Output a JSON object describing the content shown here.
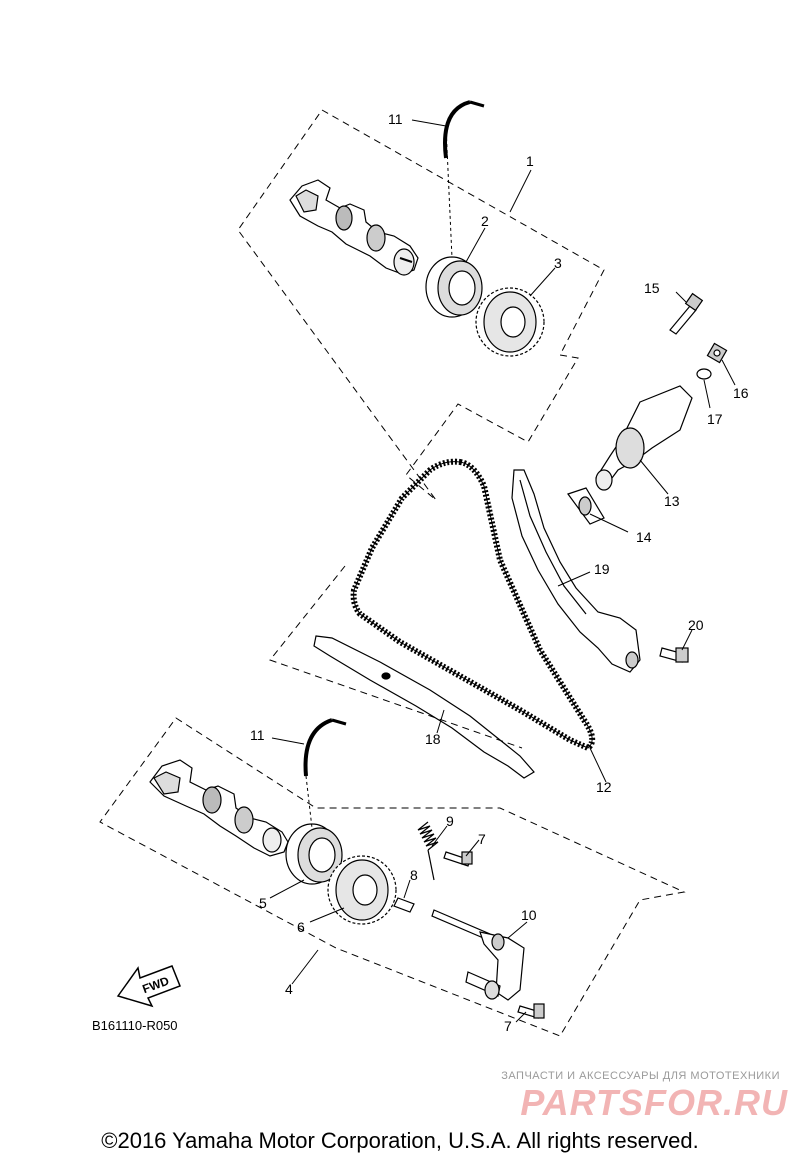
{
  "callouts": [
    {
      "id": "11a",
      "text": "11"
    },
    {
      "id": "1",
      "text": "1"
    },
    {
      "id": "2",
      "text": "2"
    },
    {
      "id": "3",
      "text": "3"
    },
    {
      "id": "15",
      "text": "15"
    },
    {
      "id": "16",
      "text": "16"
    },
    {
      "id": "17",
      "text": "17"
    },
    {
      "id": "13",
      "text": "13"
    },
    {
      "id": "14",
      "text": "14"
    },
    {
      "id": "19",
      "text": "19"
    },
    {
      "id": "20",
      "text": "20"
    },
    {
      "id": "18",
      "text": "18"
    },
    {
      "id": "12",
      "text": "12"
    },
    {
      "id": "11b",
      "text": "11"
    },
    {
      "id": "9",
      "text": "9"
    },
    {
      "id": "7a",
      "text": "7"
    },
    {
      "id": "8",
      "text": "8"
    },
    {
      "id": "5",
      "text": "5"
    },
    {
      "id": "6",
      "text": "6"
    },
    {
      "id": "10",
      "text": "10"
    },
    {
      "id": "4",
      "text": "4"
    },
    {
      "id": "7b",
      "text": "7"
    }
  ],
  "fwd_label": "FWD",
  "diagram_code": "B161110-R050",
  "watermark": {
    "small_text": "ЗАПЧАСТИ И АКСЕССУАРЫ ДЛЯ МОТОТЕХНИКИ",
    "brand_text": "PARTSFOR.RU",
    "color": "#f2b4b4"
  },
  "copyright": "©2016 Yamaha Motor Corporation, U.S.A. All rights reserved."
}
